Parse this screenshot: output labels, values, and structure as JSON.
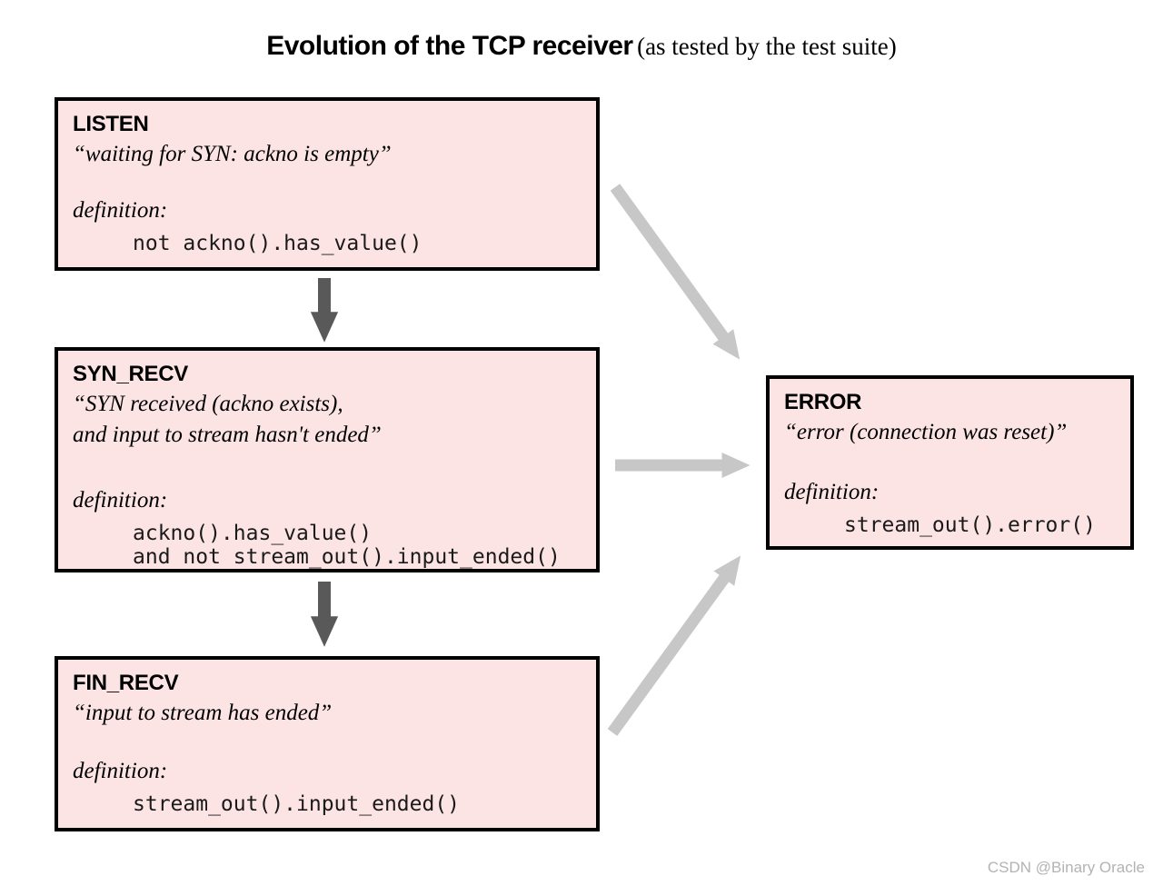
{
  "title": {
    "main": "Evolution of the TCP receiver",
    "sub": "(as tested by the test suite)"
  },
  "boxes": {
    "listen": {
      "title": "LISTEN",
      "quote": [
        "“waiting for SYN: ackno is empty”"
      ],
      "definition_label": "definition:",
      "code": [
        "not ackno().has_value()"
      ]
    },
    "syn_recv": {
      "title": "SYN_RECV",
      "quote": [
        "“SYN received (ackno exists),",
        "and input to stream hasn't ended”"
      ],
      "definition_label": "definition:",
      "code": [
        "ackno().has_value()",
        "and not stream_out().input_ended()"
      ]
    },
    "fin_recv": {
      "title": "FIN_RECV",
      "quote": [
        "“input to stream has ended”"
      ],
      "definition_label": "definition:",
      "code": [
        "stream_out().input_ended()"
      ]
    },
    "error": {
      "title": "ERROR",
      "quote": [
        "“error (connection was reset)”"
      ],
      "definition_label": "definition:",
      "code": [
        "stream_out().error()"
      ]
    }
  },
  "arrows": [
    {
      "from": "LISTEN",
      "to": "SYN_RECV",
      "style": "dark"
    },
    {
      "from": "SYN_RECV",
      "to": "FIN_RECV",
      "style": "dark"
    },
    {
      "from": "LISTEN",
      "to": "ERROR",
      "style": "light"
    },
    {
      "from": "SYN_RECV",
      "to": "ERROR",
      "style": "light"
    },
    {
      "from": "FIN_RECV",
      "to": "ERROR",
      "style": "light"
    }
  ],
  "watermark": "CSDN @Binary Oracle",
  "colors": {
    "box_fill": "#fce4e4",
    "box_border": "#000000",
    "dark_arrow": "#595959",
    "light_arrow": "#c7c7c7",
    "watermark_text": "#b3b3b3"
  }
}
